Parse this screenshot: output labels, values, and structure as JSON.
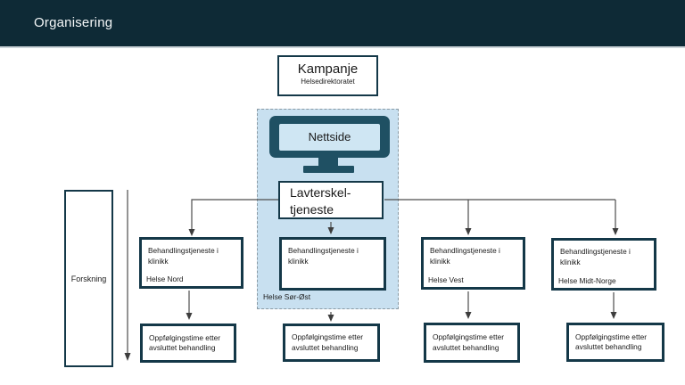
{
  "header": {
    "title": "Organisering"
  },
  "diagram": {
    "kampanje": {
      "title": "Kampanje",
      "subtitle": "Helsedirektoratet"
    },
    "monitor": {
      "label": "Nettside"
    },
    "lavterskel": {
      "line1": "Lavterskel-",
      "line2": "tjeneste"
    },
    "region_label": "Helse Sør-Øst",
    "forskning": {
      "label": "Forskning"
    },
    "clinics": [
      {
        "title": "Behandlingstjeneste i klinikk",
        "region": "Helse Nord"
      },
      {
        "title": "Behandlingstjeneste i klinikk",
        "region": ""
      },
      {
        "title": "Behandlingstjeneste i klinikk",
        "region": "Helse Vest"
      },
      {
        "title": "Behandlingstjeneste i klinikk",
        "region": "Helse Midt-Norge"
      }
    ],
    "followups": [
      {
        "text": "Oppfølgingstime etter avsluttet behandling"
      },
      {
        "text": "Oppfølgingstime etter avsluttet behandling"
      },
      {
        "text": "Oppfølgingstime etter avsluttet behandling"
      },
      {
        "text": "Oppfølgingstime etter avsluttet behandling"
      }
    ]
  },
  "colors": {
    "header_bg": "#0e2a36",
    "box_border": "#143848",
    "region_bg": "#c8e0f0",
    "region_border": "#8a9aa4",
    "monitor": "#1f5063",
    "screen_bg": "#cfe6f3",
    "line": "#4d4d4d",
    "text": "#1a1a1a"
  }
}
